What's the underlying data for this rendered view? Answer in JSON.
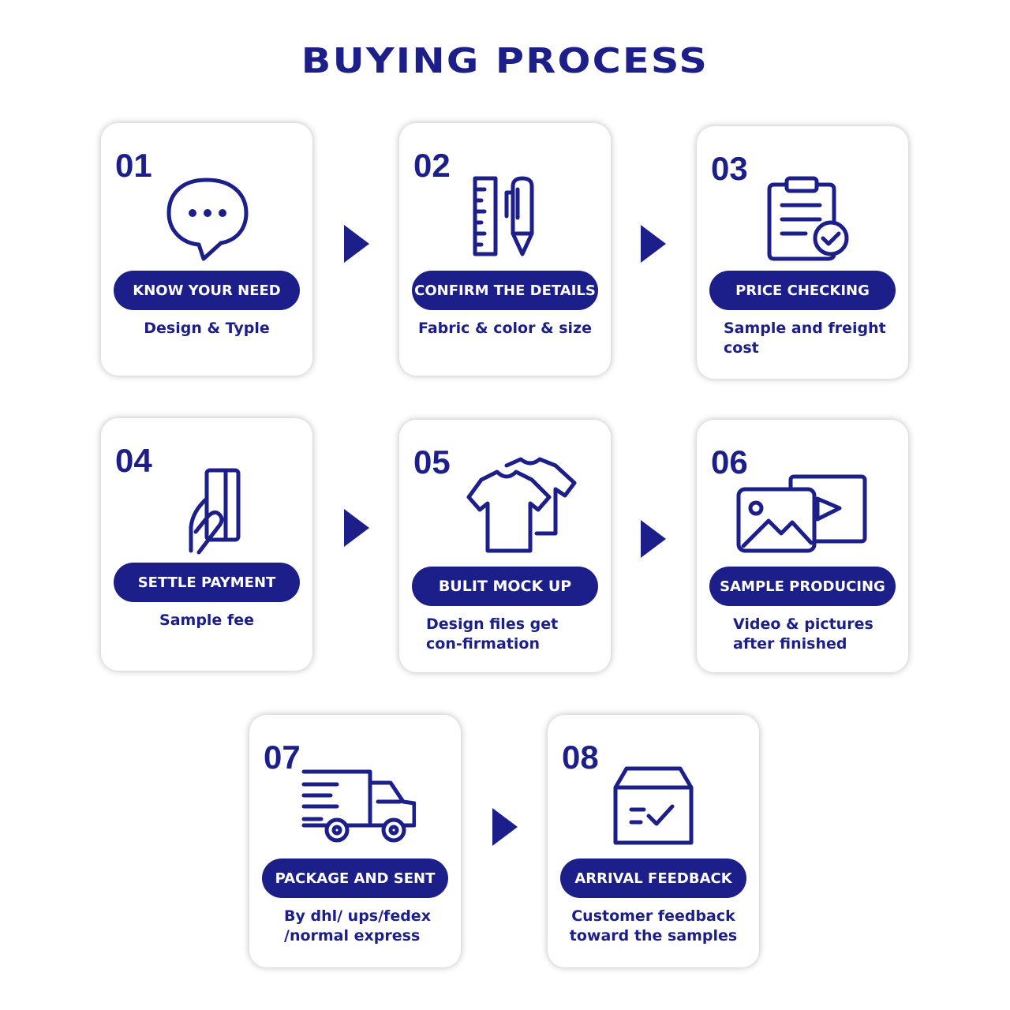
{
  "title": "BUYING PROCESS",
  "colors": {
    "primary": "#1c1f8a",
    "card_bg": "#ffffff"
  },
  "steps": [
    {
      "number": "01",
      "label": "KNOW YOUR NEED",
      "description": "Design & Typle",
      "icon": "chat-bubble-icon"
    },
    {
      "number": "02",
      "label": "CONFIRM THE DETAILS",
      "description": "Fabric & color & size",
      "icon": "ruler-pen-icon"
    },
    {
      "number": "03",
      "label": "PRICE CHECKING",
      "description": "Sample and freight cost",
      "icon": "clipboard-check-icon"
    },
    {
      "number": "04",
      "label": "SETTLE PAYMENT",
      "description": "Sample fee",
      "icon": "hand-card-icon"
    },
    {
      "number": "05",
      "label": "BULIT MOCK UP",
      "description": "Design files get con-firmation",
      "icon": "tshirts-icon"
    },
    {
      "number": "06",
      "label": "SAMPLE PRODUCING",
      "description": "Video & pictures after finished",
      "icon": "photo-video-icon"
    },
    {
      "number": "07",
      "label": "PACKAGE AND SENT",
      "description": "By dhl/ ups/fedex /normal express",
      "icon": "delivery-truck-icon"
    },
    {
      "number": "08",
      "label": "ARRIVAL FEEDBACK",
      "description": "Customer feedback toward the samples",
      "icon": "box-check-icon"
    }
  ]
}
